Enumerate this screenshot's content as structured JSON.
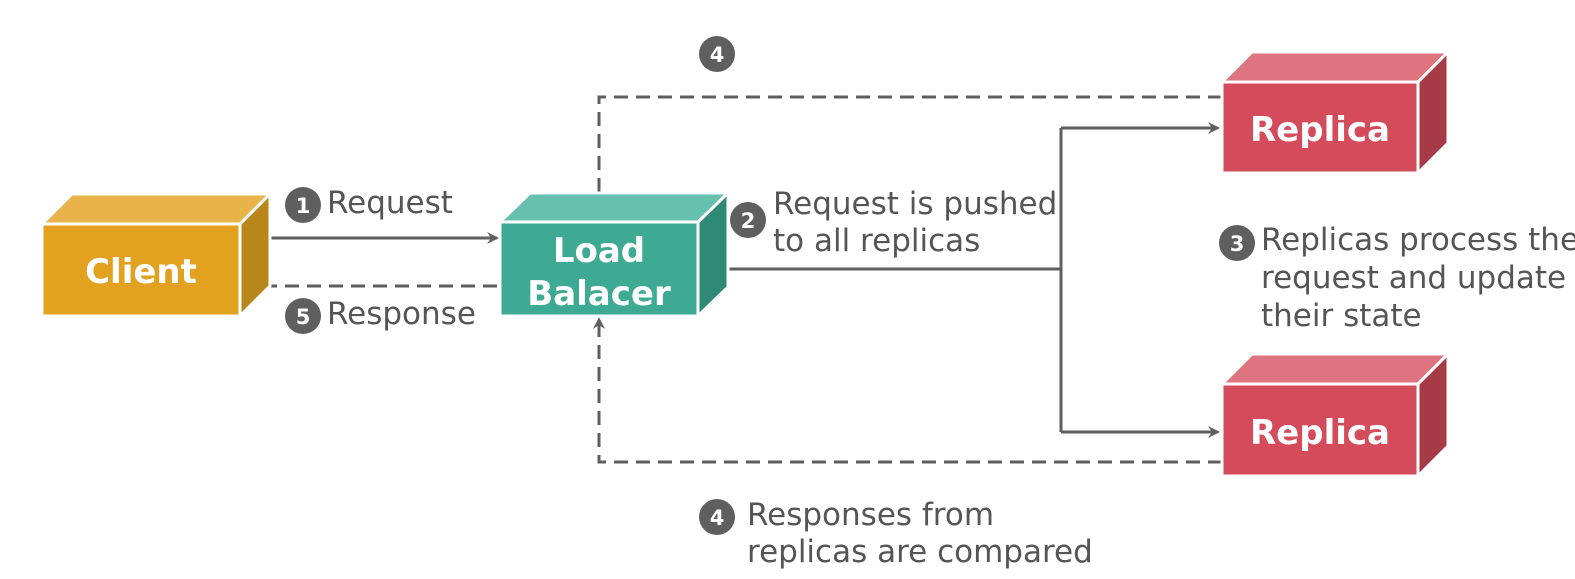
{
  "nodes": {
    "client": {
      "label": "Client",
      "color": "#E2A220"
    },
    "load_balancer": {
      "label_line1": "Load",
      "label_line2": "Balacer",
      "color": "#3FAA93"
    },
    "replica_top": {
      "label": "Replica",
      "color": "#D44C5C"
    },
    "replica_bottom": {
      "label": "Replica",
      "color": "#D44C5C"
    }
  },
  "steps": {
    "request": {
      "number": "1",
      "text": "Request"
    },
    "push": {
      "number": "2",
      "line1": "Request is pushed",
      "line2": "to all replicas"
    },
    "process": {
      "number": "3",
      "line1": "Replicas process the",
      "line2": "request and update",
      "line3": "their state"
    },
    "compare_top": {
      "number": "4"
    },
    "compare": {
      "number": "4",
      "line1": "Responses from",
      "line2": "replicas are compared"
    },
    "response": {
      "number": "5",
      "text": "Response"
    }
  },
  "colors": {
    "connector": "#5F5F5F",
    "badge": "#5F5F5F",
    "text": "#555555"
  }
}
